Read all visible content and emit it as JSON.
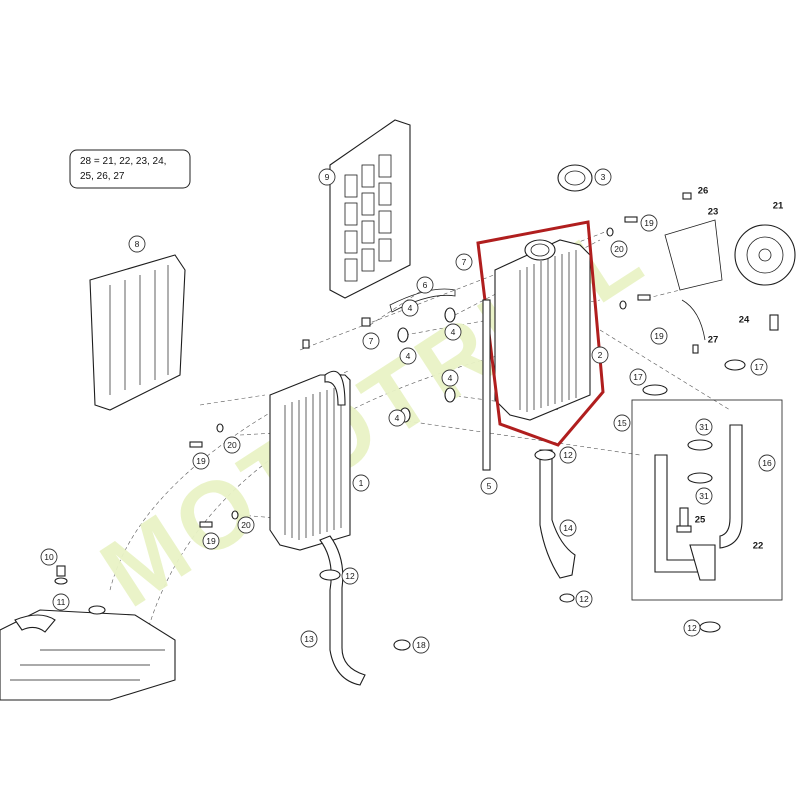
{
  "legend": {
    "line1": "28 = 21, 22, 23, 24,",
    "line2": "25, 26, 27"
  },
  "watermark": {
    "text": "MOTOTRIAL",
    "color": "#e9f3c6"
  },
  "highlight_color": "#b01e1e",
  "callouts": [
    {
      "label": "1"
    },
    {
      "label": "2"
    },
    {
      "label": "3"
    },
    {
      "label": "4"
    },
    {
      "label": "4"
    },
    {
      "label": "4"
    },
    {
      "label": "4"
    },
    {
      "label": "4"
    },
    {
      "label": "5"
    },
    {
      "label": "6"
    },
    {
      "label": "7"
    },
    {
      "label": "7"
    },
    {
      "label": "8"
    },
    {
      "label": "9"
    },
    {
      "label": "10"
    },
    {
      "label": "11"
    },
    {
      "label": "12"
    },
    {
      "label": "12"
    },
    {
      "label": "12"
    },
    {
      "label": "12"
    },
    {
      "label": "13"
    },
    {
      "label": "14"
    },
    {
      "label": "15"
    },
    {
      "label": "16"
    },
    {
      "label": "17"
    },
    {
      "label": "17"
    },
    {
      "label": "18"
    },
    {
      "label": "19"
    },
    {
      "label": "19"
    },
    {
      "label": "19"
    },
    {
      "label": "19"
    },
    {
      "label": "20"
    },
    {
      "label": "20"
    },
    {
      "label": "20"
    },
    {
      "label": "21"
    },
    {
      "label": "22"
    },
    {
      "label": "23"
    },
    {
      "label": "24"
    },
    {
      "label": "25"
    },
    {
      "label": "26"
    },
    {
      "label": "27"
    },
    {
      "label": "31"
    },
    {
      "label": "31"
    }
  ]
}
